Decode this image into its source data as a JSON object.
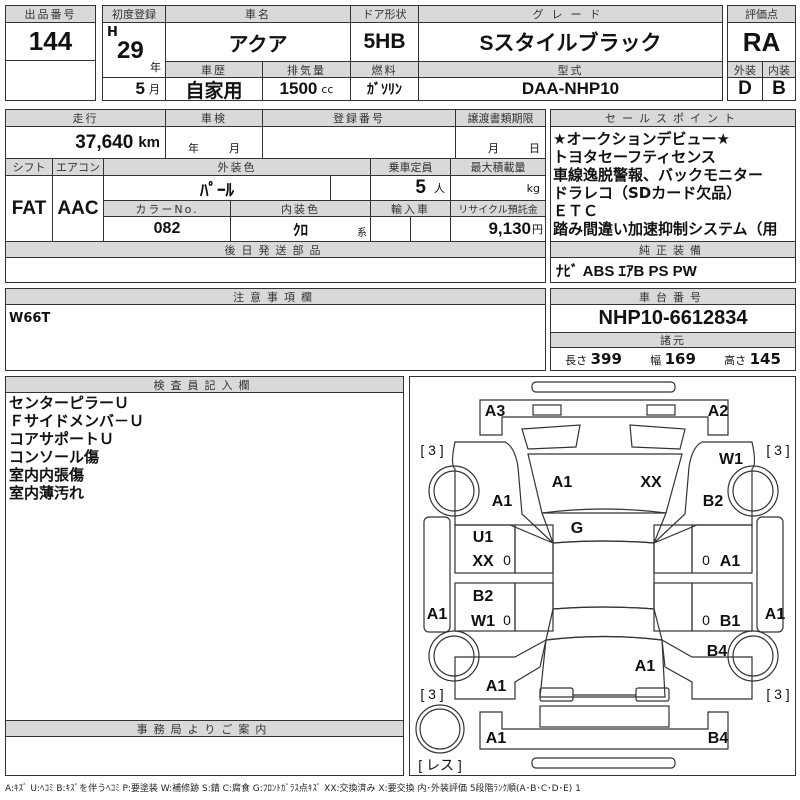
{
  "lot": {
    "label": "出品番号",
    "value": "144"
  },
  "first_reg": {
    "label": "初度登録",
    "era": "H",
    "year": "29",
    "year_unit": "年",
    "month": "5",
    "month_unit": "月"
  },
  "car_name": {
    "label": "車名",
    "value": "アクア"
  },
  "door": {
    "label": "ドア形状",
    "value": "5HB"
  },
  "grade": {
    "label": "グレード",
    "value": "Sスタイルブラック"
  },
  "score": {
    "label": "評価点",
    "value": "RA",
    "exterior_label": "外装",
    "interior_label": "内装",
    "exterior": "D",
    "interior": "B"
  },
  "history": {
    "label": "車歴",
    "value": "自家用"
  },
  "displacement": {
    "label": "排気量",
    "value": "1500",
    "unit": "cc"
  },
  "fuel": {
    "label": "燃料",
    "value": "ｶﾞｿﾘﾝ"
  },
  "model": {
    "label": "型式",
    "value": "DAA-NHP10"
  },
  "mileage": {
    "label": "走行",
    "value": "37,640",
    "unit": "km"
  },
  "inspection": {
    "label": "車検",
    "year_unit": "年",
    "month_unit": "月"
  },
  "reg_no": {
    "label": "登録番号"
  },
  "transfer": {
    "label": "譲渡書類期限",
    "month_unit": "月",
    "day_unit": "日"
  },
  "shift": {
    "label": "シフト",
    "value": "FAT"
  },
  "ac": {
    "label": "エアコン",
    "value": "AAC"
  },
  "ext_color": {
    "label": "外装色",
    "value": "ﾊﾟｰﾙ"
  },
  "capacity": {
    "label": "乗車定員",
    "value": "5",
    "unit": "人"
  },
  "max_load": {
    "label": "最大積載量",
    "unit": "kg"
  },
  "color_no": {
    "label": "カラーNo.",
    "value": "082"
  },
  "int_color": {
    "label": "内装色",
    "value": "ｸﾛ",
    "unit": "系"
  },
  "import": {
    "label": "輸入車"
  },
  "recycle": {
    "label": "リサイクル預託金",
    "value": "9,130",
    "unit": "円"
  },
  "later_parts": {
    "label": "後日発送部品"
  },
  "sale_points": {
    "label": "セールスポイント",
    "lines": [
      "★オークションデビュー★",
      "トヨタセーフティセンス",
      "車線逸脱警報、バックモニター",
      "ドラレコ（SDカード欠品）",
      "ＥＴＣ",
      "踏み間違い加速抑制システム（用"
    ]
  },
  "equipment": {
    "label": "純正装備",
    "value": "ﾅﾋﾞ ABS ｴｱB PS PW"
  },
  "notes": {
    "label": "注意事項欄",
    "value": "W66T"
  },
  "chassis": {
    "label": "車台番号",
    "value": "NHP10-6612834"
  },
  "specs": {
    "label": "諸元",
    "length_label": "長さ",
    "length": "399",
    "width_label": "幅",
    "width": "169",
    "height_label": "高さ",
    "height": "145"
  },
  "inspector": {
    "label": "検査員記入欄",
    "lines": [
      "センターピラーＵ",
      "Ｆサイドメンバ－Ｕ",
      "コアサポートＵ",
      "コンソール傷",
      "室内内張傷",
      "室内薄汚れ"
    ]
  },
  "office": {
    "label": "事務局よりご案内"
  },
  "diagram": {
    "marks": [
      "A3",
      "A2",
      "[ 3 ]",
      "[ 3 ]",
      "W1",
      "A1",
      "XX",
      "A1",
      "B2",
      "G",
      "U1",
      "XX",
      "0",
      "0",
      "A1",
      "B2",
      "W1",
      "0",
      "A1",
      "A1",
      "0",
      "B1",
      "B4",
      "A1",
      "A1",
      "[ 3 ]",
      "[ 3 ]",
      "A1",
      "B4",
      "[ レス ]"
    ]
  },
  "legend": "A:ｷｽﾞ U:ﾍｺﾐ B:ｷｽﾞを伴うﾍｺﾐ P:要塗装 W:補修跡 S:錆 C:腐食 G:ﾌﾛﾝﾄｶﾞﾗｽ点ｷｽﾞ XX:交換済み X:要交換 内･外装評価 5段階ﾗﾝｸ順(A･B･C･D･E) 1"
}
